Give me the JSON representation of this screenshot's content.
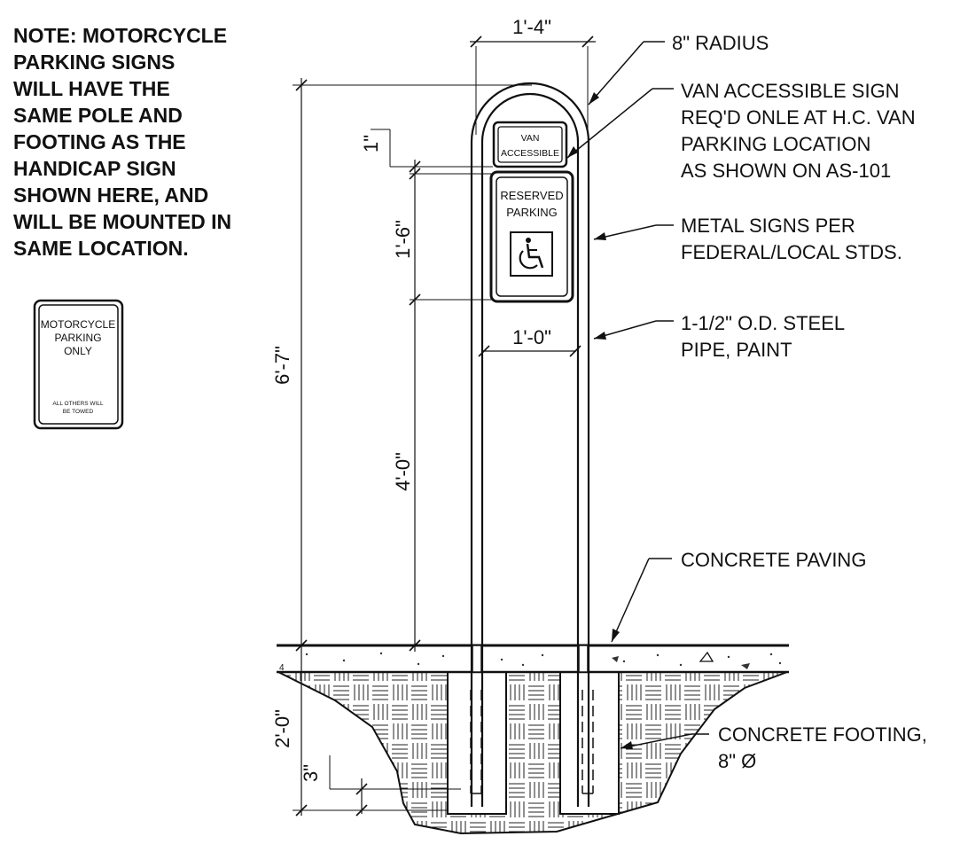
{
  "note": {
    "lines": [
      "NOTE: MOTORCYCLE",
      "PARKING SIGNS",
      "WILL HAVE THE",
      "SAME POLE AND",
      "FOOTING AS THE",
      "HANDICAP SIGN",
      "SHOWN HERE, AND",
      "WILL BE MOUNTED IN",
      "SAME LOCATION."
    ]
  },
  "motorcycle_sign": {
    "title_lines": [
      "MOTORCYCLE",
      "PARKING",
      "ONLY"
    ],
    "footer_lines": [
      "ALL OTHERS WILL",
      "BE TOWED"
    ]
  },
  "van_sign": {
    "lines": [
      "VAN",
      "ACCESSIBLE"
    ]
  },
  "reserved_sign": {
    "lines": [
      "RESERVED",
      "PARKING"
    ],
    "symbol": "wheelchair-icon"
  },
  "dimensions": {
    "width_top": "1'-4\"",
    "width_sign": "1'-0\"",
    "overall_height": "6'-7\"",
    "gap": "1\"",
    "sign_height": "1'-6\"",
    "mount_height": "4'-0\"",
    "footing_depth": "2'-0\"",
    "pipe_clearance": "3\""
  },
  "callouts": {
    "radius": [
      "8\" RADIUS"
    ],
    "van_sign": [
      "VAN ACCESSIBLE SIGN",
      "REQ'D ONLE AT H.C. VAN",
      "PARKING LOCATION",
      "AS SHOWN ON AS-101"
    ],
    "metal_signs": [
      "METAL SIGNS PER",
      "FEDERAL/LOCAL STDS."
    ],
    "pipe": [
      "1-1/2\" O.D. STEEL",
      "PIPE, PAINT"
    ],
    "paving": [
      "CONCRETE PAVING"
    ],
    "footing": [
      "CONCRETE FOOTING,",
      "8\" Ø"
    ]
  }
}
